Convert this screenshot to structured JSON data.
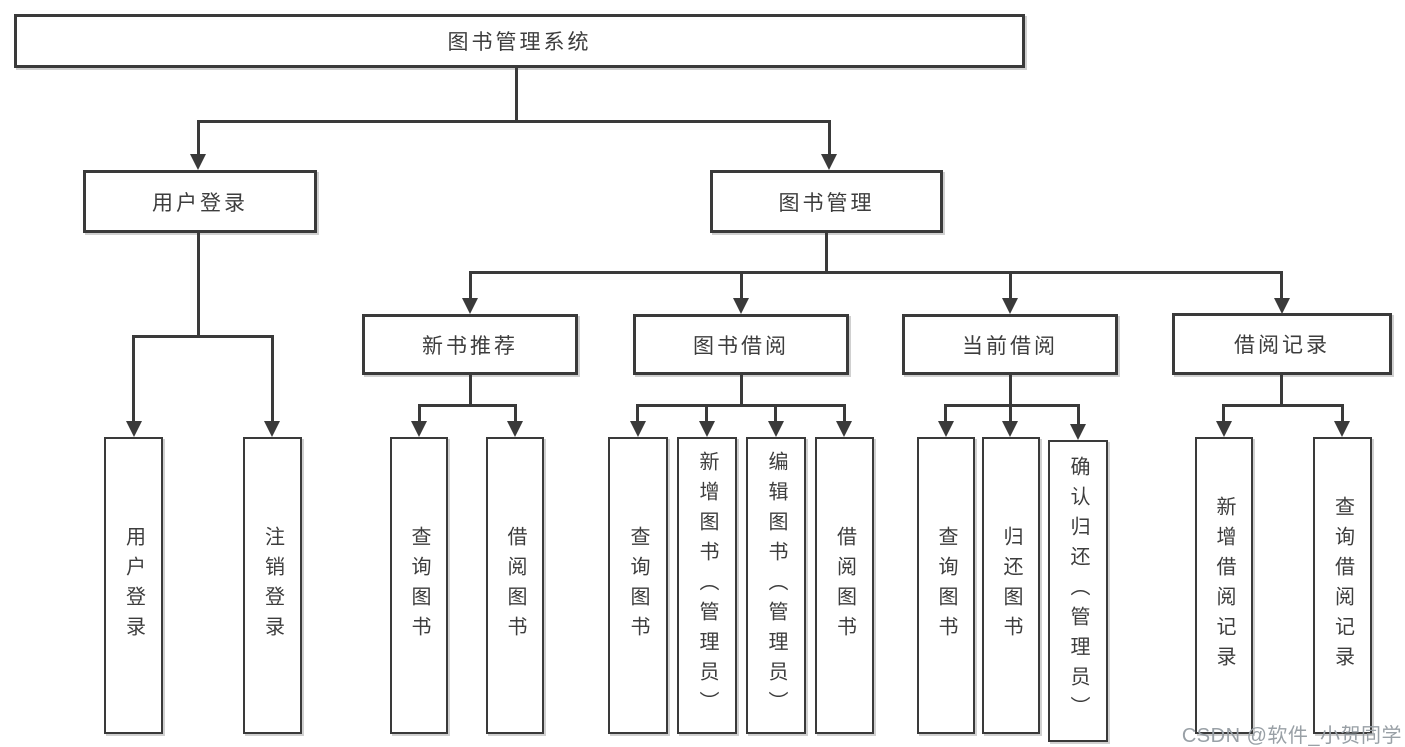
{
  "diagram": {
    "root": "图书管理系统",
    "level2": [
      "用户登录",
      "图书管理"
    ],
    "level3": [
      "新书推荐",
      "图书借阅",
      "当前借阅",
      "借阅记录"
    ],
    "leaves": {
      "user_login": [
        "用户登录",
        "注销登录"
      ],
      "new_books": [
        "查询图书",
        "借阅图书"
      ],
      "book_borrowing": [
        "查询图书",
        "新增图书（管理员）",
        "编辑图书（管理员）",
        "借阅图书"
      ],
      "current_borrowing": [
        "查询图书",
        "归还图书",
        "确认归还（管理员）"
      ],
      "borrowing_records": [
        "新增借阅记录",
        "查询借阅记录"
      ]
    }
  },
  "watermark": "CSDN @软件_小贺同学",
  "colors": {
    "line": "#3a3a3a",
    "text": "#3d3d3d",
    "watermark": "#99a0a6",
    "background": "#ffffff"
  }
}
